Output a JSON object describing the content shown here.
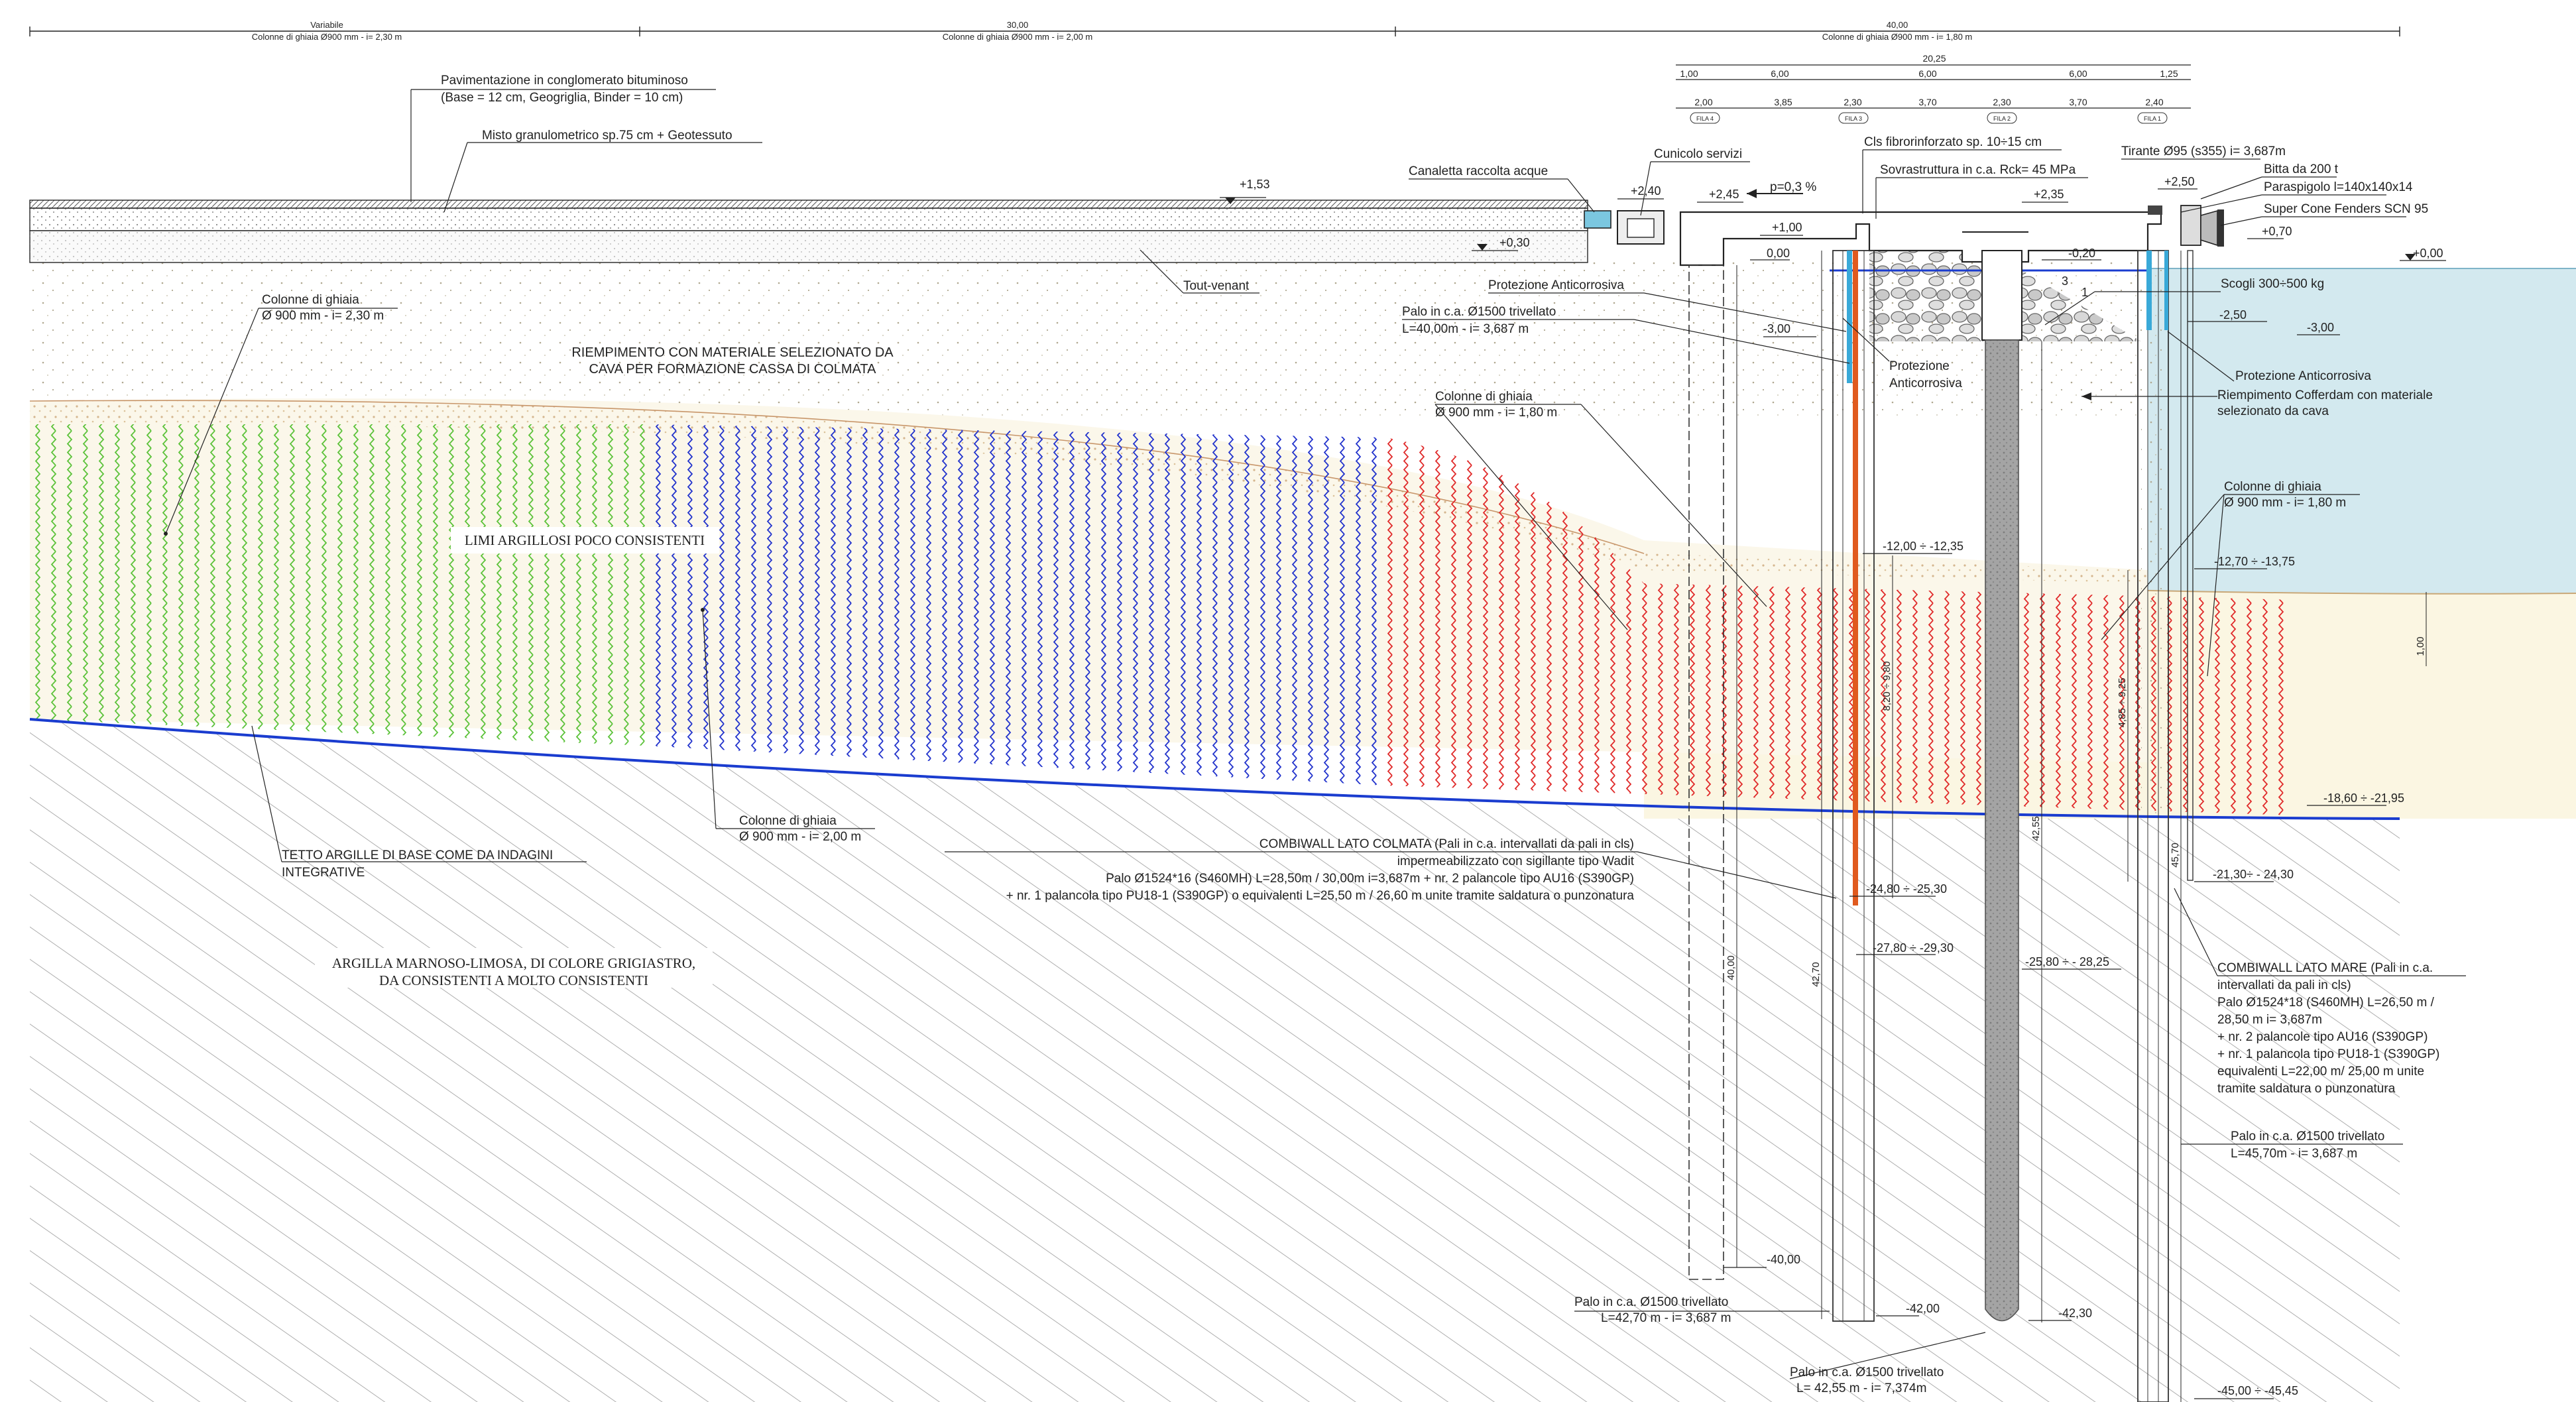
{
  "top_dimensions": [
    {
      "value": "Variabile",
      "note": "Colonne di ghiaia Ø900 mm - i= 2,30 m"
    },
    {
      "value": "30,00",
      "note": "Colonne di ghiaia Ø900 mm - i= 2,00 m"
    },
    {
      "value": "40,00",
      "note": "Colonne di ghiaia Ø900 mm - i= 1,80 m"
    }
  ],
  "pier_dims": {
    "overall": "20,25",
    "row1": [
      "1,00",
      "6,00",
      "6,00",
      "6,00",
      "1,25"
    ],
    "row2": [
      "2,00",
      "3,85",
      "2,30",
      "3,70",
      "2,30",
      "3,70",
      "2,40"
    ],
    "tags": [
      "FILA 4",
      "FILA 3",
      "FILA 2",
      "FILA 1"
    ]
  },
  "layers": {
    "pavement": [
      "Pavimentazione in conglomerato bituminoso",
      "(Base = 12 cm, Geogriglia, Binder = 10 cm)"
    ],
    "misto": "Misto granulometrico sp.75 cm + Geotessuto",
    "tout": "Tout-venant",
    "fill": [
      "RIEMPIMENTO CON MATERIALE SELEZIONATO DA",
      "CAVA PER FORMAZIONE CASSA DI COLMATA"
    ],
    "limi": "LIMI ARGILLOSI POCO CONSISTENTI",
    "tetto": [
      "TETTO ARGILLE DI BASE COME DA INDAGINI",
      "INTEGRATIVE"
    ],
    "argilla": [
      "ARGILLA MARNOSO-LIMOSA, DI COLORE GRIGIASTRO,",
      "DA CONSISTENTI A MOLTO CONSISTENTI"
    ]
  },
  "columns": {
    "c230": [
      "Colonne di ghiaia",
      "Ø 900 mm - i= 2,30 m"
    ],
    "c200": [
      "Colonne di ghiaia",
      "Ø 900 mm - i= 2,00 m"
    ],
    "c180a": [
      "Colonne di ghiaia",
      "Ø 900 mm - i= 1,80 m"
    ],
    "c180b": [
      "Colonne di ghiaia",
      "Ø 900 mm - i= 1,80 m"
    ]
  },
  "quay": {
    "canaletta": "Canaletta raccolta acque",
    "cunicolo": "Cunicolo servizi",
    "cls": "Cls fibrorinforzato sp. 10÷15 cm",
    "sovra": "Sovrastruttura in c.a. Rck= 45 MPa",
    "slope": "p=0,3 %",
    "tirante": "Tirante Ø95 (s355) i= 3,687m",
    "bitta": "Bitta da 200 t",
    "paraspigolo": "Paraspigolo  l=140x140x14",
    "fender": "Super Cone Fenders SCN 95",
    "prot1": "Protezione Anticorrosiva",
    "prot2": [
      "Protezione",
      "Anticorrosiva"
    ],
    "prot3": "Protezione Anticorrosiva",
    "scogli": "Scogli 300÷500 kg",
    "cofferdam": [
      "Riempimento Cofferdam con materiale",
      "selezionato da cava"
    ],
    "slope_ratio": [
      "3",
      "1"
    ]
  },
  "piles": {
    "p1": [
      "Palo in c.a. Ø1500 trivellato",
      "L=40,00m - i= 3,687 m"
    ],
    "p2": [
      "Palo in c.a. Ø1500 trivellato",
      "L=42,70 m - i= 3,687 m"
    ],
    "p3": [
      "Palo in c.a. Ø1500 trivellato",
      "L= 42,55 m - i= 7,374m"
    ],
    "p4": [
      "Palo in c.a. Ø1500 trivellato",
      "L=45,70m - i= 3,687 m"
    ]
  },
  "combiwall_colmata": [
    "COMBIWALL LATO COLMATA (Pali in c.a. intervallati da pali in cls)",
    "impermeabilizzato con sigillante tipo Wadit",
    "Palo Ø1524*16 (S460MH) L=28,50m / 30,00m i=3,687m + nr. 2 palancole tipo AU16 (S390GP)",
    "+ nr. 1 palancola tipo PU18-1 (S390GP) o equivalenti L=25,50 m / 26,60 m unite tramite saldatura o punzonatura"
  ],
  "combiwall_mare": [
    "COMBIWALL LATO MARE (Pali in c.a.",
    "intervallati da pali in cls)",
    "Palo Ø1524*18 (S460MH) L=26,50 m /",
    "28,50 m i= 3,687m",
    "+ nr. 2 palancole tipo AU16 (S390GP)",
    "+ nr. 1 palancola tipo PU18-1 (S390GP)",
    "equivalenti L=22,00 m/ 25,00 m unite",
    "tramite saldatura o punzonatura"
  ],
  "levels": {
    "l153": "+1,53",
    "l030": "+0,30",
    "l240": "+2,40",
    "l245": "+2,45",
    "l100": "+1,00",
    "l000": "0,00",
    "l235": "+2,35",
    "l250": "+2,50",
    "l070": "+0,70",
    "l000sea": "+0,00",
    "l020": "-0,20",
    "l300a": "-3,00",
    "l300b": "-3,00",
    "l250n": "-2,50",
    "l1200": "-12,00 ÷ -12,35",
    "l1270": "-12,70 ÷ -13,75",
    "l1860": "-18,60 ÷ -21,95",
    "l2480": "-24,80 ÷ -25,30",
    "l2130": "-21,30÷ - 24,30",
    "l2780": "-27,80 ÷ -29,30",
    "l2580": "-25,80 ÷ - 28,25",
    "l4000": "-40,00",
    "l4200": "-42,00",
    "l4230": "-42,30",
    "l4500": "-45,00 ÷ -45,45"
  },
  "dim_vertical": {
    "d820": "8,20 ÷ 9,80",
    "d485": "4,85 ÷ 9,25",
    "d4255": "42,55",
    "d4570": "45,70",
    "d4000": "40,00",
    "d4270": "42,70",
    "d100": "1,00"
  },
  "colors": {
    "sea": "#d3e9ef",
    "sea_line": "#7fb4c8",
    "clay_top": "#1a3ccf",
    "green": "#5cc23a",
    "blue": "#2233cc",
    "red": "#e02a2a",
    "sand": "#fbf6e2",
    "hatch": "#8a8a8a"
  }
}
